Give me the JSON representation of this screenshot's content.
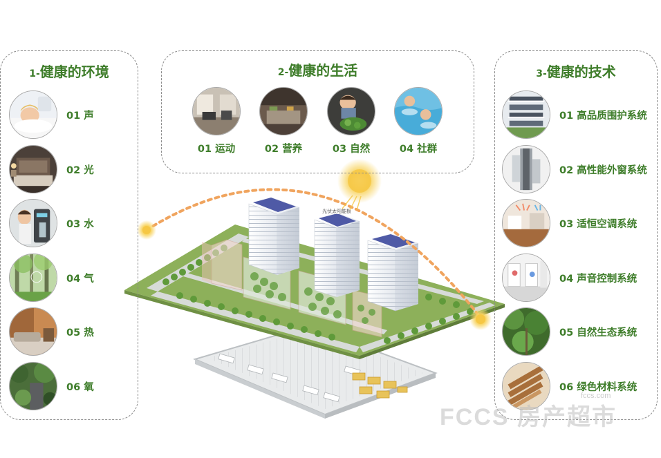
{
  "panels": {
    "environment": {
      "num": "1-",
      "title": "健康的环境",
      "items": [
        {
          "label": "01 声",
          "icon": "sleeping-child-photo"
        },
        {
          "label": "02 光",
          "icon": "bedroom-photo"
        },
        {
          "label": "03 水",
          "icon": "water-dispenser-photo"
        },
        {
          "label": "04 气",
          "icon": "forest-photo"
        },
        {
          "label": "05 热",
          "icon": "living-room-photo"
        },
        {
          "label": "06 氧",
          "icon": "garden-photo"
        }
      ]
    },
    "life": {
      "num": "2-",
      "title": "健康的生活",
      "items": [
        {
          "label": "01 运动",
          "icon": "gym-photo"
        },
        {
          "label": "02 营养",
          "icon": "kitchen-photo"
        },
        {
          "label": "03 自然",
          "icon": "nature-child-photo"
        },
        {
          "label": "04 社群",
          "icon": "swimming-photo"
        }
      ]
    },
    "technology": {
      "num": "3-",
      "title": "健康的技术",
      "items": [
        {
          "label": "01 高品质围护系统",
          "icon": "facade-photo"
        },
        {
          "label": "02 高性能外窗系统",
          "icon": "window-profile-photo"
        },
        {
          "label": "03 适恒空调系统",
          "icon": "hvac-room-photo"
        },
        {
          "label": "04 声音控制系统",
          "icon": "acoustic-room-photo"
        },
        {
          "label": "05 自然生态系统",
          "icon": "ecology-photo"
        },
        {
          "label": "06 绿色材料系统",
          "icon": "wood-material-photo"
        }
      ]
    }
  },
  "scene": {
    "solar_label": "光伏太阳能板",
    "colors": {
      "ground": "#8db05a",
      "road": "#d7dbd8",
      "tower": "#f1f3f6",
      "solar": "#4f5aa6",
      "sun": "#f6c744",
      "arc": "#f0a45e",
      "parking": "#e8c35a"
    }
  },
  "watermark": {
    "brand": "FCCS 房产超市",
    "url": "fccs.com"
  }
}
